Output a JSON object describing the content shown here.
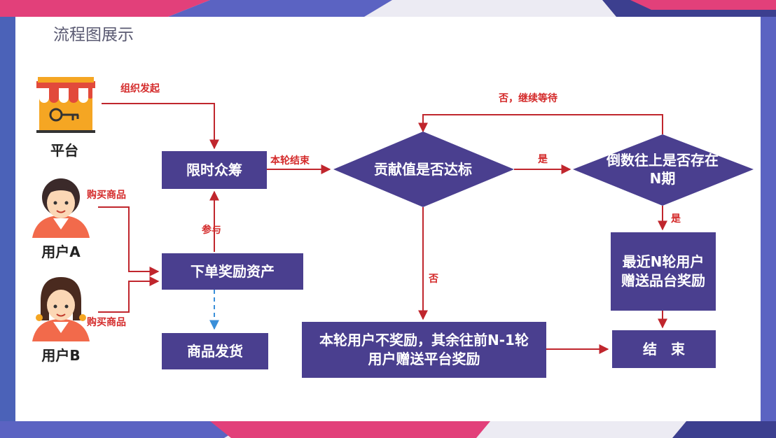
{
  "title": "流程图展示",
  "actors": {
    "platform": "平台",
    "user_a": "用户A",
    "user_b": "用户B"
  },
  "nodes": {
    "crowdfund": "限时众筹",
    "order_reward": "下单奖励资产",
    "ship": "商品发货",
    "check_contribution": "贡献值是否达标",
    "check_n_periods": "倒数往上是否存在N期",
    "reward_recent_n": "最近N轮用户赠送品台奖励",
    "no_reward": "本轮用户不奖励，其余往前N-1轮用户赠送平台奖励",
    "end": "结　束"
  },
  "edges": {
    "organize": "组织发起",
    "buy_a": "购买商品",
    "buy_b": "购买商品",
    "participate": "参与",
    "round_end": "本轮结束",
    "yes1": "是",
    "yes2": "是",
    "no": "否",
    "no_wait": "否，继续等待"
  },
  "colors": {
    "node_fill": "#4a3f8f",
    "edge_stroke": "#c0262d",
    "edge_label": "#d42a2a",
    "dashed_edge": "#3a8fd9"
  }
}
